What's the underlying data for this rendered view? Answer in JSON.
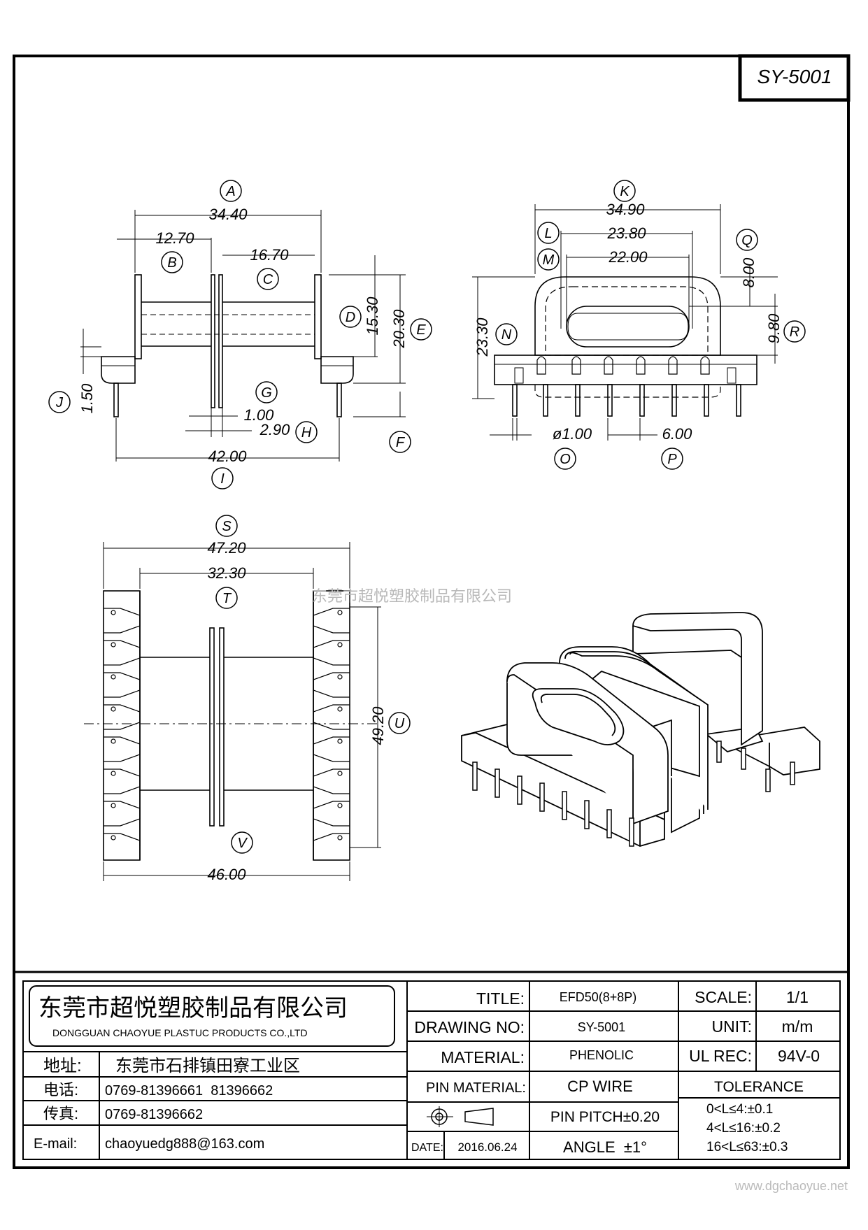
{
  "part_code": "SY-5001",
  "watermark": "东莞市超悦塑胶制品有限公司",
  "website": "www.dgchaoyue.net",
  "views": {
    "side": {
      "A": {
        "letter": "A",
        "value": "34.40"
      },
      "B": {
        "letter": "B",
        "value": "12.70"
      },
      "C": {
        "letter": "C",
        "value": "16.70"
      },
      "D": {
        "letter": "D",
        "value": "15.30"
      },
      "E": {
        "letter": "E",
        "value": "20.30"
      },
      "F": {
        "letter": "F"
      },
      "G": {
        "letter": "G",
        "value": "1.00"
      },
      "H": {
        "letter": "H",
        "value": "2.90"
      },
      "I": {
        "letter": "I",
        "value": "42.00"
      },
      "J": {
        "letter": "J",
        "value": "1.50"
      }
    },
    "front": {
      "K": {
        "letter": "K",
        "value": "34.90"
      },
      "L": {
        "letter": "L",
        "value": "23.80"
      },
      "M": {
        "letter": "M",
        "value": "22.00"
      },
      "N": {
        "letter": "N",
        "value": "23.30"
      },
      "O": {
        "letter": "O",
        "value": "ø1.00"
      },
      "P": {
        "letter": "P",
        "value": "6.00"
      },
      "Q": {
        "letter": "Q",
        "value": "8.00"
      },
      "R": {
        "letter": "R",
        "value": "9.80"
      }
    },
    "top": {
      "S": {
        "letter": "S",
        "value": "47.20"
      },
      "T": {
        "letter": "T",
        "value": "32.30"
      },
      "U": {
        "letter": "U",
        "value": "49.20"
      },
      "V": {
        "letter": "V",
        "value": "46.00"
      }
    }
  },
  "title_block": {
    "company_cn": "东莞市超悦塑胶制品有限公司",
    "company_en": "DONGGUAN CHAOYUE PLASTUC PRODUCTS CO.,LTD",
    "address_label": "地址:",
    "address": "东莞市石排镇田寮工业区",
    "phone_label": "电话:",
    "phone": "0769-81396661  81396662",
    "fax_label": "传真:",
    "fax": "0769-81396662",
    "email_label": "E-mail:",
    "email": "chaoyuedg888@163.com",
    "title_label": "TITLE:",
    "title_value": "EFD50(8+8P)",
    "drawing_no_label": "DRAWING NO:",
    "drawing_no": "SY-5001",
    "material_label": "MATERIAL:",
    "material": "PHENOLIC",
    "pin_material_label": "PIN MATERIAL:",
    "pin_material": "CP WIRE",
    "pin_pitch": "PIN PITCH±0.20",
    "angle": "ANGLE  ±1°",
    "date_label": "DATE:",
    "date": "2016.06.24",
    "scale_label": "SCALE:",
    "scale": "1/1",
    "unit_label": "UNIT:",
    "unit": "m/m",
    "ul_label": "UL REC:",
    "ul": "94V-0",
    "tolerance_label": "TOLERANCE",
    "tolerance_rows": [
      "0<L≤4:±0.1",
      "4<L≤16:±0.2",
      "16<L≤63:±0.3"
    ]
  }
}
